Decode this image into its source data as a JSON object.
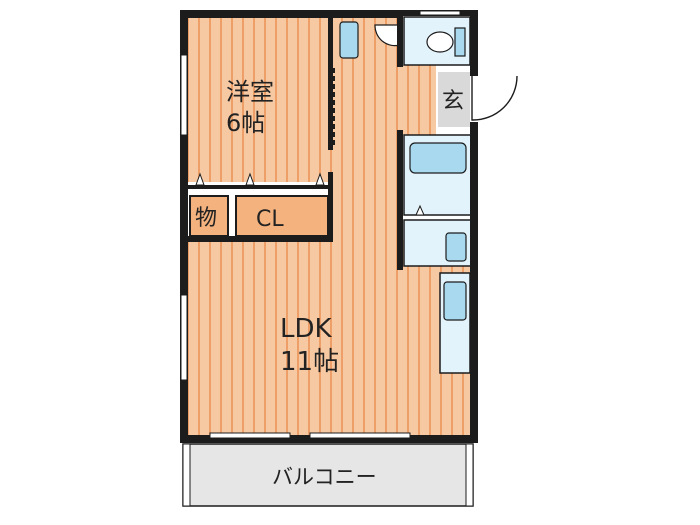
{
  "rooms": {
    "western": {
      "name": "洋室",
      "size": "6帖"
    },
    "storage": {
      "name": "物"
    },
    "closet": {
      "name": "CL"
    },
    "entrance": {
      "name": "玄"
    },
    "ldk": {
      "name": "LDK",
      "size": "11帖"
    },
    "balcony": {
      "name": "バルコニー"
    }
  },
  "colors": {
    "floor": "#f6c9a3",
    "floor_stripe": "#ee9f67",
    "wall": "#1c1c1c",
    "fixture": "#a8d9ef",
    "fixture_bg": "#e2f3fb",
    "closet_fill": "#f3b27e",
    "entrance_fill": "#d9d9d9",
    "balcony_fill": "#e6e6e6"
  }
}
